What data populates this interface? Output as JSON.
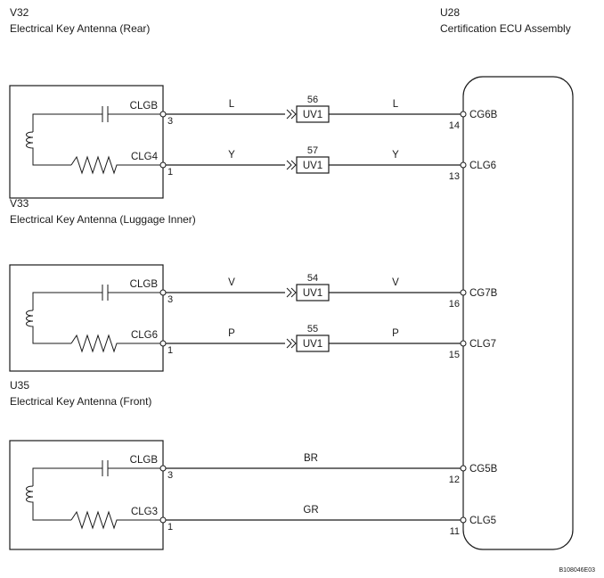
{
  "ecu": {
    "code": "U28",
    "name": "Certification ECU Assembly"
  },
  "antennas": [
    {
      "code": "V32",
      "name": "Electrical Key Antenna (Rear)",
      "wires": [
        {
          "terminal": "CLGB",
          "pin": "3",
          "color": "L",
          "junction": "56",
          "connector": "UV1",
          "ecu_pin": "14",
          "ecu_terminal": "CG6B"
        },
        {
          "terminal": "CLG4",
          "pin": "1",
          "color": "Y",
          "junction": "57",
          "connector": "UV1",
          "ecu_pin": "13",
          "ecu_terminal": "CLG6"
        }
      ]
    },
    {
      "code": "V33",
      "name": "Electrical Key Antenna (Luggage Inner)",
      "wires": [
        {
          "terminal": "CLGB",
          "pin": "3",
          "color": "V",
          "junction": "54",
          "connector": "UV1",
          "ecu_pin": "16",
          "ecu_terminal": "CG7B"
        },
        {
          "terminal": "CLG6",
          "pin": "1",
          "color": "P",
          "junction": "55",
          "connector": "UV1",
          "ecu_pin": "15",
          "ecu_terminal": "CLG7"
        }
      ]
    },
    {
      "code": "U35",
      "name": "Electrical Key Antenna (Front)",
      "wires": [
        {
          "terminal": "CLGB",
          "pin": "3",
          "color": "BR",
          "ecu_pin": "12",
          "ecu_terminal": "CG5B"
        },
        {
          "terminal": "CLG3",
          "pin": "1",
          "color": "GR",
          "ecu_pin": "11",
          "ecu_terminal": "CLG5"
        }
      ]
    }
  ],
  "figure_code": "B108046E03"
}
